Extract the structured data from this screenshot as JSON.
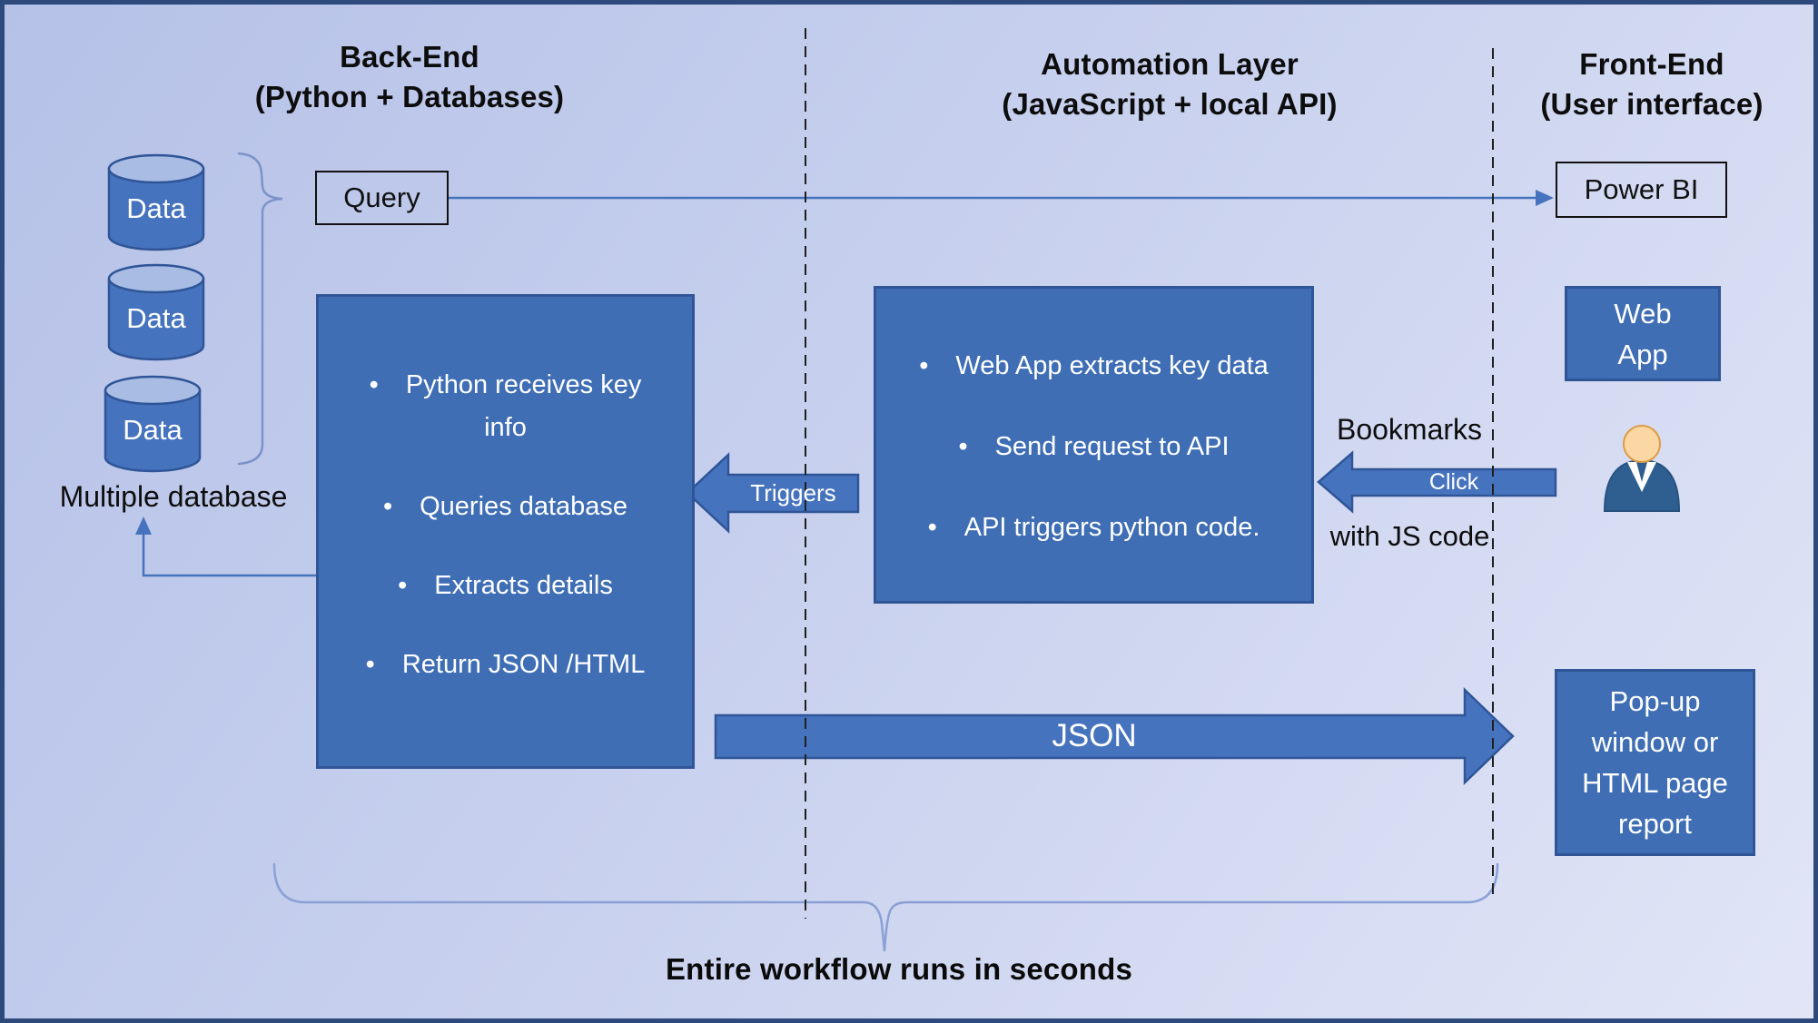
{
  "columns": [
    {
      "title": "Back-End",
      "subtitle": "(Python + Databases)"
    },
    {
      "title": "Automation Layer",
      "subtitle": "(JavaScript + local API)"
    },
    {
      "title": "Front-End",
      "subtitle": "(User interface)"
    }
  ],
  "backend": {
    "databases": [
      "Data",
      "Data",
      "Data"
    ],
    "databases_caption": "Multiple database",
    "query_label": "Query",
    "process_bullets": [
      "Python receives key info",
      "Queries database",
      "Extracts details",
      "Return JSON /HTML"
    ]
  },
  "automation": {
    "bullets": [
      "Web App extracts key data",
      "Send request to API",
      "API triggers python code."
    ],
    "triggers_label": "Triggers",
    "bookmarks_label": "Bookmarks",
    "click_label": "Click",
    "js_code_label": "with JS code",
    "json_label": "JSON"
  },
  "frontend": {
    "power_bi_label": "Power BI",
    "web_app_label": "Web App",
    "popup_label": "Pop-up window or HTML page report"
  },
  "footer": {
    "caption": "Entire workflow runs in seconds"
  },
  "colors": {
    "box_fill": "#3f6eb5",
    "box_border": "#2f5597",
    "arrow_fill": "#4673be",
    "frame_border": "#2e4a7d",
    "background_top": "#b5c1e7",
    "background_bottom": "#e1e5f6"
  }
}
